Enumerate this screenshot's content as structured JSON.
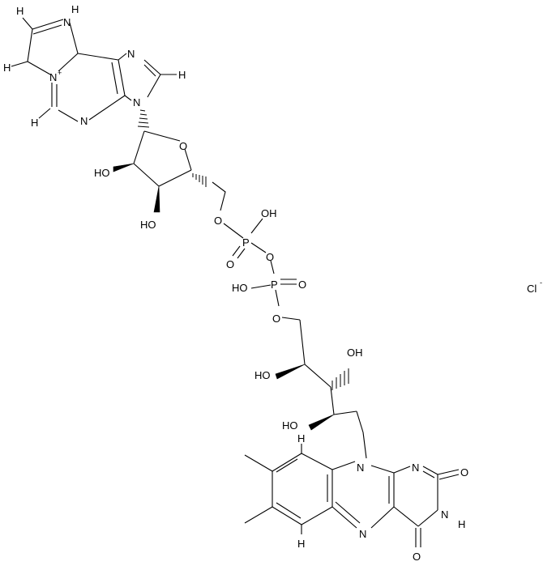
{
  "atoms": {
    "n_imid_top": "N",
    "h_imid_top": "H",
    "n_plus": "N",
    "plus_sign": "+",
    "n_imid_right": "N",
    "n9": "N",
    "n_pyr": "N",
    "o_ring": "O",
    "ho_2p": "HO",
    "ho_3p": "HO",
    "o_5p": "O",
    "p1": "P",
    "o_p1_eq": "O",
    "oh_p1": "OH",
    "o_bridge": "O",
    "p2": "P",
    "o_p2_eq": "O",
    "ho_p2": "HO",
    "o_ribityl": "O",
    "ho_c2": "HO",
    "oh_c3": "OH",
    "ho_c4": "HO",
    "n10": "N",
    "n1": "N",
    "o_c2": "O",
    "n3": "N",
    "h_n3": "H",
    "n5": "N",
    "o_c4": "O",
    "h_a": "H",
    "h_b": "H",
    "h_c": "H",
    "h_d": "H",
    "h_e": "H",
    "h_f": "H"
  },
  "counterion": "Cl",
  "counterion_charge": "-"
}
